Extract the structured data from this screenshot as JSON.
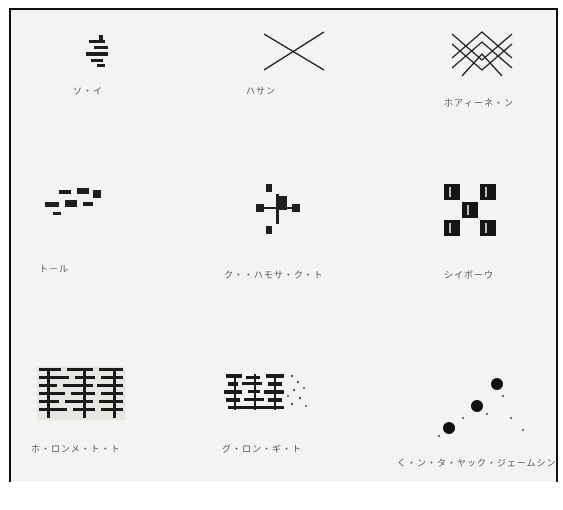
{
  "sheet": {
    "items": [
      {
        "caption": "ソ・イ"
      },
      {
        "caption": "ハサン"
      },
      {
        "caption": "ホアィーネ・ン"
      },
      {
        "caption": "ト－ル"
      },
      {
        "caption": "ク・・ハモサ・ク・ト"
      },
      {
        "caption": "シイボーウ"
      },
      {
        "caption": "ホ・ロンメ・ト・ト"
      },
      {
        "caption": "グ・ロン・ギ・ト"
      },
      {
        "caption": "く・ン・タ・ヤック・ジェームシン"
      }
    ],
    "ink_color": "#1a1a1a",
    "paper_color": "#f3f3f1"
  }
}
